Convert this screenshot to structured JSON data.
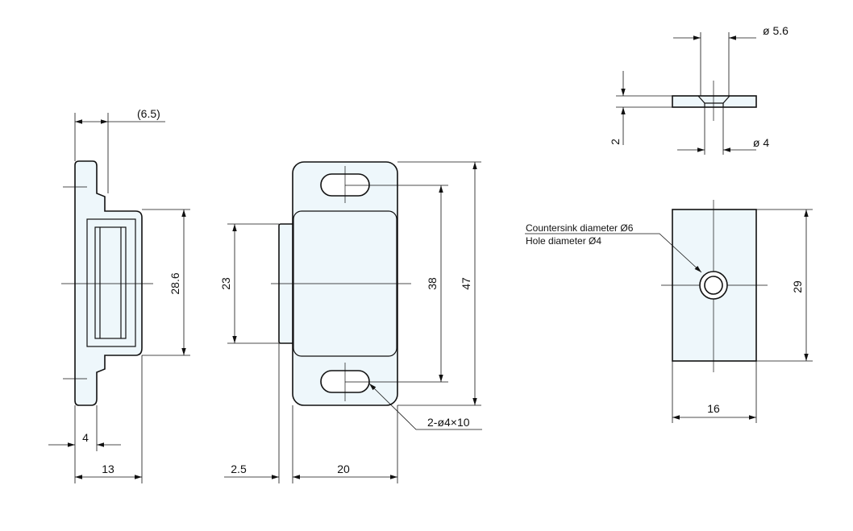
{
  "side_view": {
    "dim_top": "(6.5)",
    "dim_height": "28.6",
    "dim_inner_width": "4",
    "dim_total_width": "13"
  },
  "front_view": {
    "dim_magnet_height": "23",
    "dim_slot_pitch": "38",
    "dim_total_height": "47",
    "dim_offset": "2.5",
    "dim_width": "20",
    "callout_slots": "2-ø4×10"
  },
  "plate_side": {
    "dim_countersink": "ø 5.6",
    "dim_thickness": "2",
    "dim_hole": "ø 4"
  },
  "plate_front": {
    "callout_line1": "Countersink diameter Ø6",
    "callout_line2": "Hole diameter Ø4",
    "dim_height": "29",
    "dim_width": "16"
  },
  "colors": {
    "part_fill": "#eef7fb",
    "line": "#111111"
  }
}
